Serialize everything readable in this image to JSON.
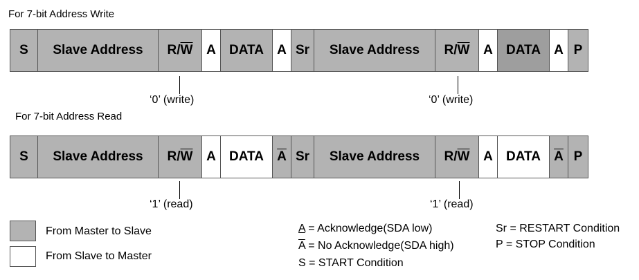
{
  "write": {
    "caption": "For 7-bit Address Write",
    "cells": [
      {
        "label": "S",
        "overline": "",
        "fill": "master",
        "w": 41
      },
      {
        "label": "Slave Address",
        "overline": "",
        "fill": "master",
        "w": 175
      },
      {
        "label": "R/",
        "overline": "W",
        "fill": "master",
        "w": 64
      },
      {
        "label": "A",
        "overline": "",
        "fill": "slave",
        "w": 28
      },
      {
        "label": "DATA",
        "overline": "",
        "fill": "master",
        "w": 76
      },
      {
        "label": "A",
        "overline": "",
        "fill": "slave",
        "w": 28
      },
      {
        "label": "Sr",
        "overline": "",
        "fill": "master",
        "w": 34
      },
      {
        "label": "Slave Address",
        "overline": "",
        "fill": "master",
        "w": 176
      },
      {
        "label": "R/",
        "overline": "W",
        "fill": "master",
        "w": 64
      },
      {
        "label": "A",
        "overline": "",
        "fill": "slave",
        "w": 28
      },
      {
        "label": "DATA",
        "overline": "",
        "fill": "dark",
        "w": 76
      },
      {
        "label": "A",
        "overline": "",
        "fill": "slave",
        "w": 28
      },
      {
        "label": "P",
        "overline": "",
        "fill": "master",
        "w": 30
      }
    ],
    "notes": [
      "‘0’ (write)",
      "‘0’ (write)"
    ]
  },
  "read": {
    "caption": "For 7-bit Address Read",
    "cells": [
      {
        "label": "S",
        "overline": "",
        "fill": "master",
        "w": 41
      },
      {
        "label": "Slave Address",
        "overline": "",
        "fill": "master",
        "w": 175
      },
      {
        "label": "R/",
        "overline": "W",
        "fill": "master",
        "w": 64
      },
      {
        "label": "A",
        "overline": "",
        "fill": "slave",
        "w": 28
      },
      {
        "label": "DATA",
        "overline": "",
        "fill": "slave",
        "w": 76
      },
      {
        "label": "",
        "overline": "A",
        "fill": "master",
        "w": 28
      },
      {
        "label": "Sr",
        "overline": "",
        "fill": "master",
        "w": 34
      },
      {
        "label": "Slave Address",
        "overline": "",
        "fill": "master",
        "w": 176
      },
      {
        "label": "R/",
        "overline": "W",
        "fill": "master",
        "w": 64
      },
      {
        "label": "A",
        "overline": "",
        "fill": "slave",
        "w": 28
      },
      {
        "label": "DATA",
        "overline": "",
        "fill": "slave",
        "w": 76
      },
      {
        "label": "",
        "overline": "A",
        "fill": "master",
        "w": 28
      },
      {
        "label": "P",
        "overline": "",
        "fill": "master",
        "w": 30
      }
    ],
    "notes": [
      "‘1’ (read)",
      "‘1’ (read)"
    ]
  },
  "legend": {
    "master": "From Master to Slave",
    "slave": "From Slave to Master",
    "ack_sym": "A",
    "ack_text": " = Acknowledge(SDA low)",
    "nack_sym": "A",
    "nack_text": " = No Acknowledge(SDA high)",
    "start": "S = START Condition",
    "restart": "Sr = RESTART Condition",
    "stop": "P = STOP Condition"
  },
  "colors": {
    "master": "#b3b3b3",
    "slave": "#ffffff",
    "dark": "#9e9e9e"
  }
}
